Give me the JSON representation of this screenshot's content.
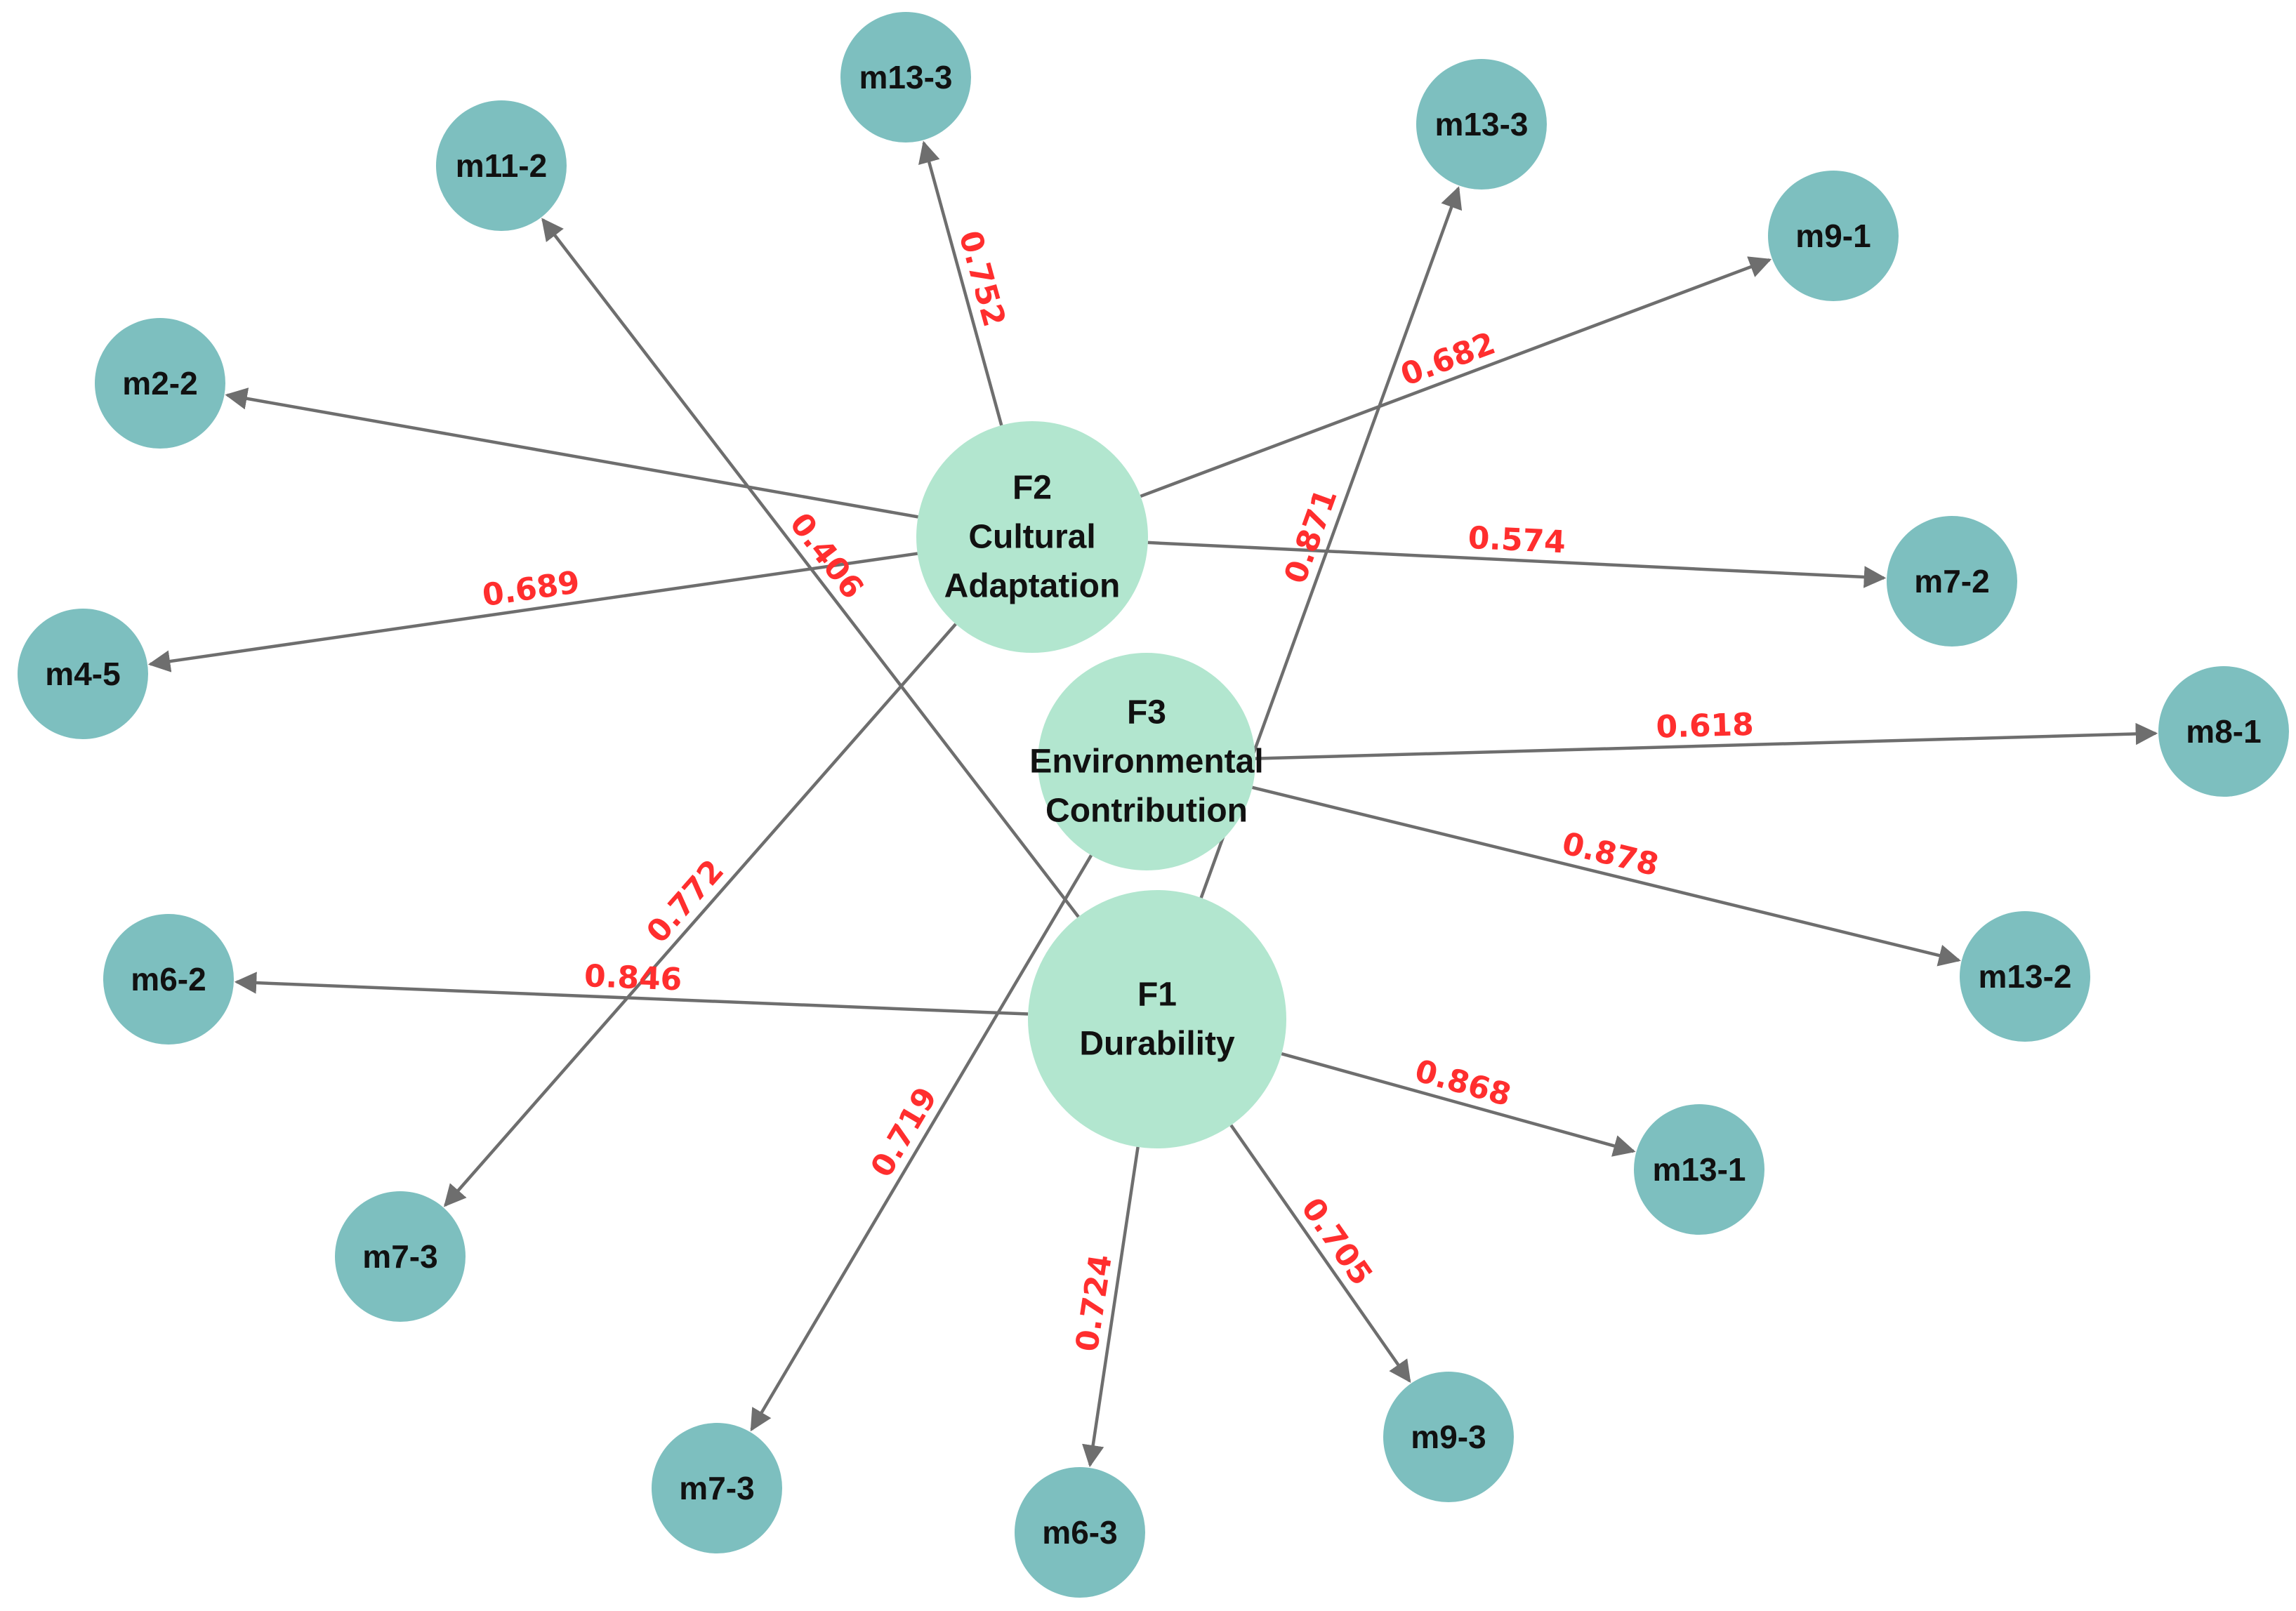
{
  "colors": {
    "background": "#ffffff",
    "factor_fill": "#b2e6cf",
    "item_fill": "#7dbfbf",
    "edge": "#6e6e6e",
    "loading_label": "#ff2e2e",
    "node_text": "#111111"
  },
  "factors": [
    {
      "id": "F1",
      "lines": [
        "F1",
        "Durability"
      ]
    },
    {
      "id": "F2",
      "lines": [
        "F2",
        "Cultural",
        "Adaptation"
      ]
    },
    {
      "id": "F3",
      "lines": [
        "F3",
        "Environmental",
        "Contribution"
      ]
    }
  ],
  "items": [
    {
      "id": "i_m13_3_top",
      "label": "m13-3"
    },
    {
      "id": "i_m11_2",
      "label": "m11-2"
    },
    {
      "id": "i_m13_3_right",
      "label": "m13-3"
    },
    {
      "id": "i_m9_1",
      "label": "m9-1"
    },
    {
      "id": "i_m2_2",
      "label": "m2-2"
    },
    {
      "id": "i_m7_2",
      "label": "m7-2"
    },
    {
      "id": "i_m4_5",
      "label": "m4-5"
    },
    {
      "id": "i_m8_1",
      "label": "m8-1"
    },
    {
      "id": "i_m13_2",
      "label": "m13-2"
    },
    {
      "id": "i_m6_2",
      "label": "m6-2"
    },
    {
      "id": "i_m13_1",
      "label": "m13-1"
    },
    {
      "id": "i_m7_3_left",
      "label": "m7-3"
    },
    {
      "id": "i_m9_3",
      "label": "m9-3"
    },
    {
      "id": "i_m7_3_bottom",
      "label": "m7-3"
    },
    {
      "id": "i_m6_3",
      "label": "m6-3"
    }
  ],
  "loadings": [
    {
      "from": "F2",
      "to": "i_m13_3_top",
      "value": "0.752"
    },
    {
      "from": "F2",
      "to": "i_m9_1",
      "value": "0.682"
    },
    {
      "from": "F2",
      "to": "i_m2_2",
      "value": ""
    },
    {
      "from": "F2",
      "to": "i_m7_2",
      "value": "0.574"
    },
    {
      "from": "F2",
      "to": "i_m4_5",
      "value": "0.689"
    },
    {
      "from": "F2",
      "to": "i_m7_3_left",
      "value": "0.772"
    },
    {
      "from": "F1",
      "to": "i_m11_2",
      "value": "0.406"
    },
    {
      "from": "F1",
      "to": "i_m13_3_right",
      "value": "0.871"
    },
    {
      "from": "F1",
      "to": "i_m6_2",
      "value": "0.846"
    },
    {
      "from": "F1",
      "to": "i_m13_1",
      "value": "0.868"
    },
    {
      "from": "F1",
      "to": "i_m9_3",
      "value": "0.705"
    },
    {
      "from": "F1",
      "to": "i_m6_3",
      "value": "0.724"
    },
    {
      "from": "F3",
      "to": "i_m8_1",
      "value": "0.618"
    },
    {
      "from": "F3",
      "to": "i_m13_2",
      "value": "0.878"
    },
    {
      "from": "F3",
      "to": "i_m7_3_bottom",
      "value": "0.719"
    }
  ]
}
